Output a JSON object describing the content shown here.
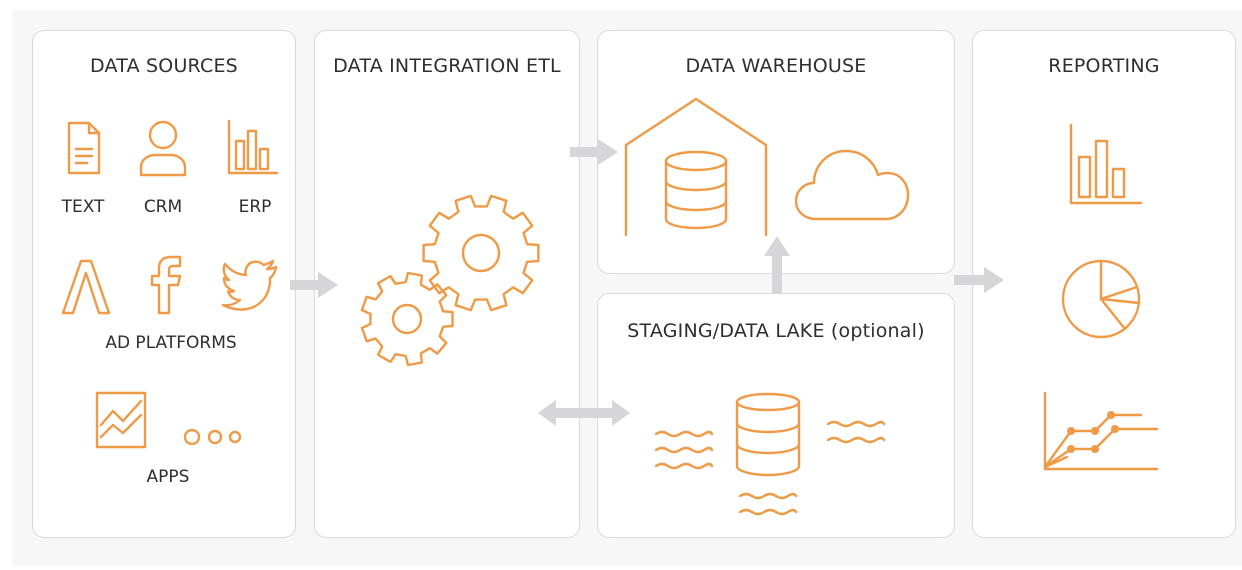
{
  "panels": {
    "sources": {
      "title": "DATA SOURCES",
      "text_label": "TEXT",
      "crm_label": "CRM",
      "erp_label": "ERP",
      "ad_label": "AD PLATFORMS",
      "apps_label": "APPS"
    },
    "etl": {
      "title": "DATA INTEGRATION ETL"
    },
    "warehouse": {
      "title": "DATA WAREHOUSE"
    },
    "staging": {
      "title": "STAGING/DATA LAKE (optional)"
    },
    "reporting": {
      "title": "REPORTING"
    }
  },
  "icons": {
    "text": "document-icon",
    "crm": "user-icon",
    "erp": "bar-chart-icon",
    "adwords": "adwords-icon",
    "facebook": "facebook-icon",
    "twitter": "twitter-icon",
    "apps": "app-chart-icon",
    "more": "ellipsis-icon",
    "etl": "gears-icon",
    "warehouse": "warehouse-database-icon",
    "cloud": "cloud-icon",
    "lake": "database-icon",
    "report_bar": "bar-chart-icon",
    "report_pie": "pie-chart-icon",
    "report_line": "line-chart-icon"
  },
  "colors": {
    "accent": "#ee9a47",
    "arrow": "#d6d6d9",
    "panel_border": "#d9d9dc",
    "background": "#f7f7f8"
  }
}
